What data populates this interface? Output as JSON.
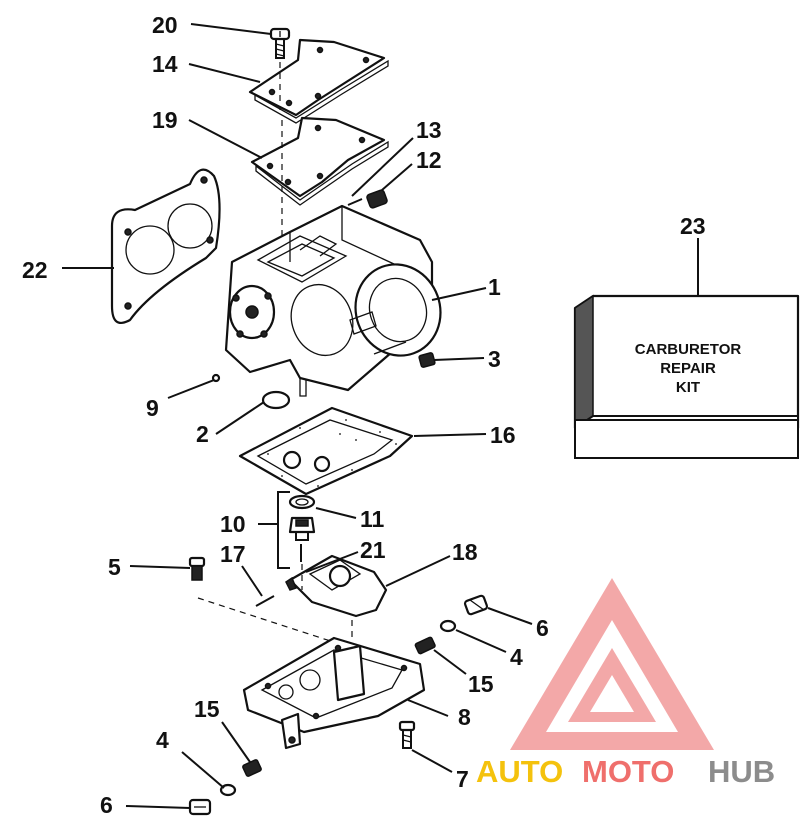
{
  "callouts": [
    {
      "id": "c20",
      "label": "20"
    },
    {
      "id": "c14",
      "label": "14"
    },
    {
      "id": "c19",
      "label": "19"
    },
    {
      "id": "c13",
      "label": "13"
    },
    {
      "id": "c12",
      "label": "12"
    },
    {
      "id": "c22",
      "label": "22"
    },
    {
      "id": "c1",
      "label": "1"
    },
    {
      "id": "c3",
      "label": "3"
    },
    {
      "id": "c9",
      "label": "9"
    },
    {
      "id": "c2",
      "label": "2"
    },
    {
      "id": "c16",
      "label": "16"
    },
    {
      "id": "c10",
      "label": "10"
    },
    {
      "id": "c11",
      "label": "11"
    },
    {
      "id": "c21",
      "label": "21"
    },
    {
      "id": "c5",
      "label": "5"
    },
    {
      "id": "c17",
      "label": "17"
    },
    {
      "id": "c18",
      "label": "18"
    },
    {
      "id": "c6a",
      "label": "6"
    },
    {
      "id": "c4a",
      "label": "4"
    },
    {
      "id": "c15a",
      "label": "15"
    },
    {
      "id": "c8",
      "label": "8"
    },
    {
      "id": "c15b",
      "label": "15"
    },
    {
      "id": "c4b",
      "label": "4"
    },
    {
      "id": "c7",
      "label": "7"
    },
    {
      "id": "c6b",
      "label": "6"
    },
    {
      "id": "c23",
      "label": "23"
    }
  ],
  "repair_kit": {
    "line1": "CARBURETOR",
    "line2": "REPAIR",
    "line3": "KIT"
  },
  "watermark": {
    "part1": "AUTO",
    "part2": "MOTO",
    "part3": "HUB",
    "colors": {
      "triangle": "#f08080",
      "auto": "#f4c20d",
      "moto": "#ef6f6c",
      "hub": "#8c8c8c"
    }
  }
}
